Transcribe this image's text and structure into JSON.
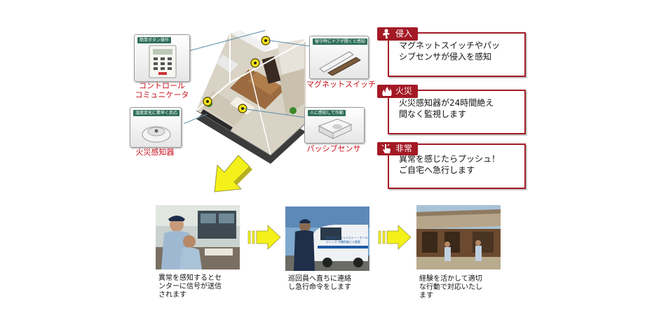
{
  "devices": {
    "controller": {
      "tag": "簡単ボタン操作",
      "label": "コントロール\nコミュニケータ"
    },
    "magnet": {
      "tag": "留守時にドアが開くと感知",
      "label": "マグネットスイッチ"
    },
    "fire_detector": {
      "tag": "温度変化に素早く反応",
      "label": "火災感知器"
    },
    "passive": {
      "tag": "人に感知して作動",
      "label": "パッシブセンサ"
    }
  },
  "alerts": [
    {
      "badge": "侵入",
      "text": "マグネットスイッチやパッ\nシブセンサが侵入を感知",
      "icon": "intruder-icon"
    },
    {
      "badge": "火災",
      "text": "火災感知器が24時間絶え\n間なく監視します",
      "icon": "fire-icon"
    },
    {
      "badge": "非常",
      "text": "異常を感じたらプッシュ！\nご自宅へ急行します",
      "icon": "push-hand-icon"
    }
  ],
  "steps": [
    {
      "caption": "異常を感知するとセ\nンターに信号が送信\nされます"
    },
    {
      "caption": "巡回員へ直ちに連絡\nし急行命令をします"
    },
    {
      "caption": "経験を活かして適切\nな行動で対応いたし\nます"
    }
  ],
  "van_text": "株式会社セキュリティー・ホールディング 沖縄防衛ビル管理",
  "colors": {
    "accent_red": "#a31a25",
    "label_red": "#c8101a",
    "arrow_yellow": "#f4f01a",
    "tag_green": "#2f6f5a"
  }
}
